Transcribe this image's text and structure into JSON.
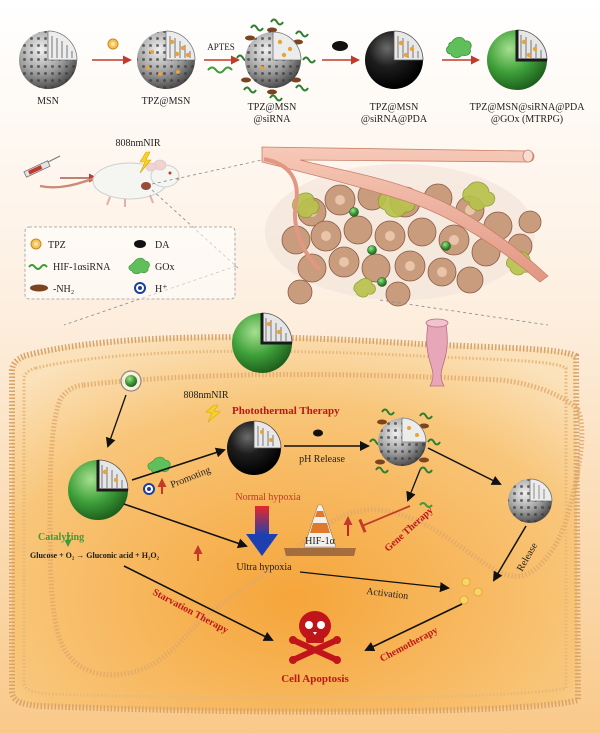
{
  "synthesis": {
    "steps": [
      {
        "label_1": "MSN",
        "label_2": ""
      },
      {
        "label_1": "TPZ@MSN",
        "label_2": ""
      },
      {
        "label_1": "TPZ@MSN",
        "label_2": "@siRNA"
      },
      {
        "label_1": "TPZ@MSN",
        "label_2": "@siRNA@PDA"
      },
      {
        "label_1": "TPZ@MSN@siRNA@PDA",
        "label_2": "@GOx (MTRPG)"
      }
    ],
    "arrow_label_aptes": "APTES"
  },
  "in_vivo": {
    "laser_label": "808nmNIR"
  },
  "legend": {
    "items": [
      {
        "key": "tpz",
        "label": "TPZ"
      },
      {
        "key": "da",
        "label": "DA"
      },
      {
        "key": "sirna",
        "label": "HIF-1αsiRNA"
      },
      {
        "key": "gox",
        "label": "GOx"
      },
      {
        "key": "nh2",
        "label": "-NH₂"
      },
      {
        "key": "h",
        "label": "H⁺"
      }
    ]
  },
  "cell": {
    "laser_label": "808nmNIR",
    "photothermal_therapy": "Photothermal Therapy",
    "ph_release": "pH Release",
    "promoting": "Promoting",
    "normal_hypoxia": "Normal hypoxia",
    "ultra_hypoxia": "Ultra hypoxia",
    "hif_label": "HIF-1α",
    "gene_therapy": "Gene Therapy",
    "catalyzing": "Catalyzing",
    "reaction": "Glucose + O₂ → Gluconic acid + H₂O₂",
    "activation": "Activation",
    "release": "Release",
    "starvation_therapy": "Starvation Therapy",
    "chemotherapy": "Chemotherapy",
    "cell_apoptosis": "Cell Apoptosis"
  },
  "colors": {
    "therapy_red": "#c0151a",
    "catalyzing_green": "#3f9a3a",
    "shell_green": "#3fa03a",
    "pda_black": "#1a1a1a",
    "cell_orange": "#f4a73a"
  }
}
